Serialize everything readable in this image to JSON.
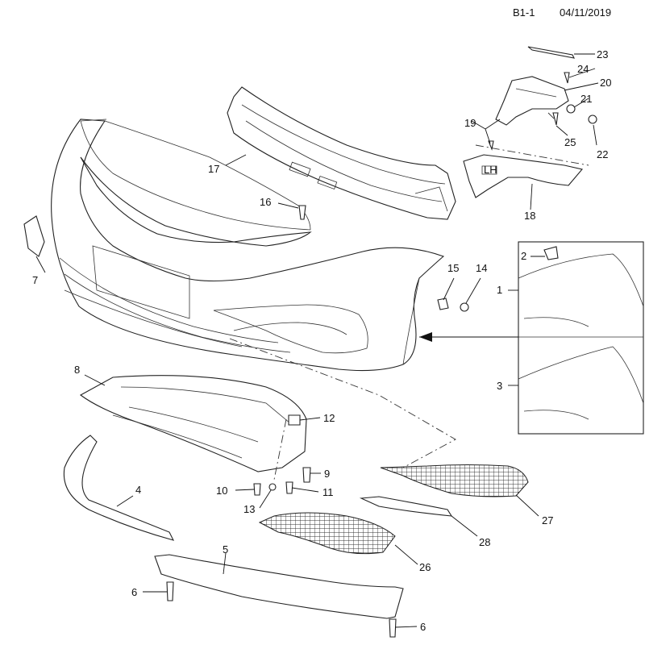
{
  "header": {
    "page_code": "B1-1",
    "date": "04/11/2019"
  },
  "callouts": {
    "c1": "1",
    "c2": "2",
    "c3": "3",
    "c4": "4",
    "c5": "5",
    "c6a": "6",
    "c6b": "6",
    "c7": "7",
    "c8": "8",
    "c9": "9",
    "c10": "10",
    "c11": "11",
    "c12": "12",
    "c13": "13",
    "c14": "14",
    "c15": "15",
    "c16": "16",
    "c17": "17",
    "c18": "18",
    "c19": "19",
    "c20": "20",
    "c21": "21",
    "c22": "22",
    "c23": "23",
    "c24": "24",
    "c25": "25",
    "c26": "26",
    "c27": "27",
    "c28": "28"
  },
  "bracket_mark": "LH"
}
